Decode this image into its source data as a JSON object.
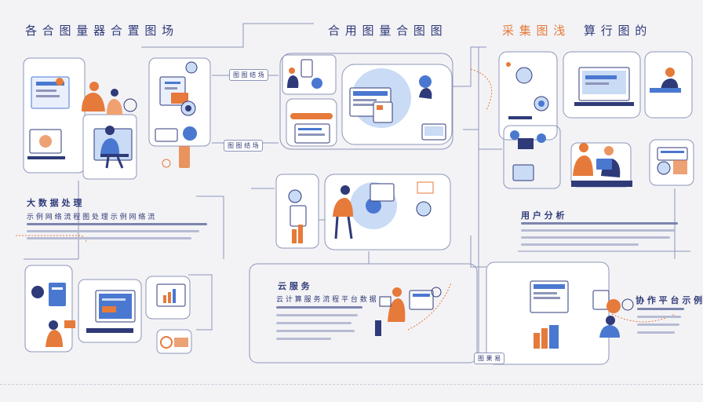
{
  "titles": {
    "left": "各 合 图 量 器   合 置 图 场",
    "middle": "合 用 图 量   合 图 图",
    "right_orange": "采 集 图 浅",
    "right_blue": "算 行 图 的"
  },
  "tags": {
    "top_connector": "图 图 结 场",
    "mid_connector": "图 图 结 场",
    "bottom_center": "图 果 易"
  },
  "sections": {
    "left": {
      "heading": "大 数 据 处 理",
      "subtitle": "示 例 网 络 流 程 图 处 理   示 例 网 络 流"
    },
    "right": {
      "heading": "用 户 分 析"
    },
    "bottom_center": {
      "heading": "云 服 务",
      "subtitle": "云 计 算 服 务 流 程 平 台 数 据"
    },
    "bottom_right": {
      "heading": "协 作 平 台 示 例"
    }
  },
  "colors": {
    "navy": "#2f3a78",
    "blue": "#4a78d0",
    "light_blue": "#c9dbf5",
    "orange": "#e67a3a",
    "line": "#8e95b8",
    "background": "#f3f3f6"
  }
}
